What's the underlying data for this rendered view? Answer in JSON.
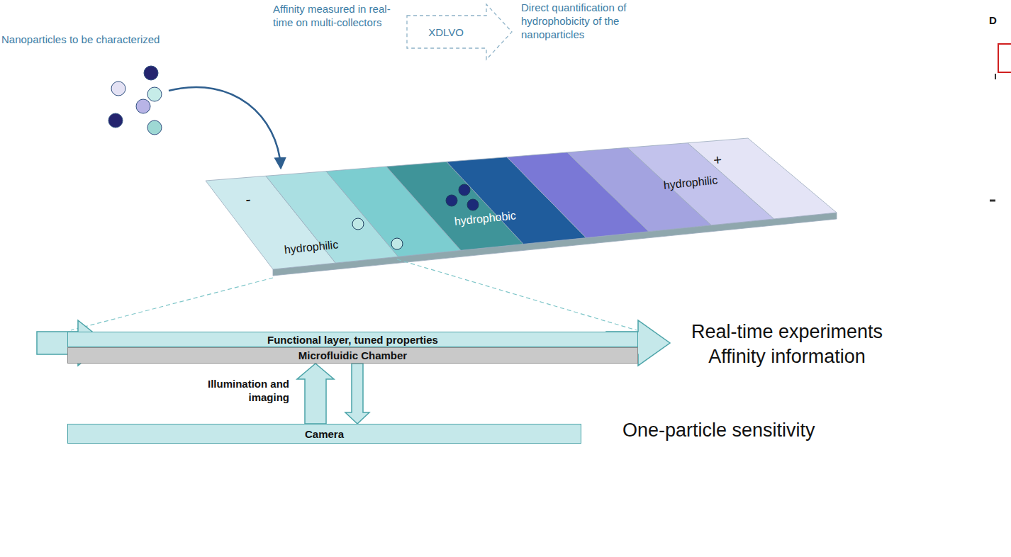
{
  "diagram": {
    "nodes": [
      {
        "text": [
          "XDLVO"
        ]
      },
      {
        "text": [
          "Functional layer, tuned properties"
        ]
      },
      {
        "text": [
          "Microfluidic Chamber"
        ]
      },
      {
        "text": [
          "Camera"
        ]
      }
    ],
    "edges": [
      {
        "from": 3,
        "to": 2,
        "arrow": "to"
      },
      {
        "from": 2,
        "to": 3,
        "arrow": "to"
      }
    ],
    "labels": [
      "Nanoparticles to be characterized",
      "Affinity measured in real-time on multi-collectors",
      "Direct quantification of hydrophobicity of the nanoparticles",
      "D",
      "-",
      "hydrophilic",
      "hydrophobic",
      "hydrophilic",
      "+",
      "Illumination and imaging",
      "Real-time experiments",
      "Affinity information",
      "One-particle sensitivity"
    ]
  }
}
